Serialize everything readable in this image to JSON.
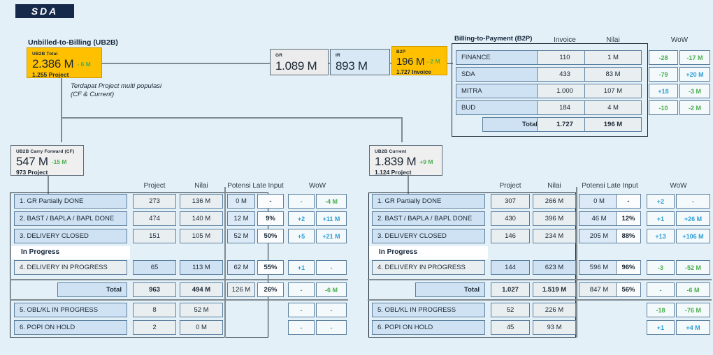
{
  "header": {
    "badge": "SDA"
  },
  "ub2b": {
    "section_title": "Unbilled-to-Billing (UB2B)",
    "total": {
      "label": "UB2B Total",
      "value": "2.386 M",
      "delta": "- 6 M",
      "delta_color": "#4caf50",
      "sub": "1.255 Project",
      "color": "#ffc000"
    },
    "note_line1": "Terdapat Project multi populasi",
    "note_line2": "(CF & Current)",
    "gr": {
      "label": "GR",
      "value": "1.089 M"
    },
    "ir": {
      "label": "IR",
      "value": "893 M"
    },
    "b2p_kpi": {
      "label": "B2P",
      "value": "196 M",
      "delta": "- 2 M",
      "sub": "1.727 Invoice"
    },
    "cf": {
      "label": "UB2B Carry Forward (CF)",
      "value": "547 M",
      "delta": "-15 M",
      "sub": "973 Project"
    },
    "current": {
      "label": "UB2B Current",
      "value": "1.839 M",
      "delta": "+9 M",
      "sub": "1.124 Project"
    }
  },
  "b2p": {
    "title": "Billing-to-Payment (B2P)",
    "columns": [
      "Invoice",
      "Nilai",
      "WoW"
    ],
    "rows": [
      {
        "name": "FINANCE",
        "invoice": "110",
        "nilai": "1 M",
        "wow_invoice": "-28",
        "wow_nilai": "-17 M",
        "wow_invoice_sign": "neg",
        "wow_nilai_sign": "neg"
      },
      {
        "name": "SDA",
        "invoice": "433",
        "nilai": "83 M",
        "wow_invoice": "-79",
        "wow_nilai": "+20 M",
        "wow_invoice_sign": "neg",
        "wow_nilai_sign": "pos"
      },
      {
        "name": "MITRA",
        "invoice": "1.000",
        "nilai": "107 M",
        "wow_invoice": "+18",
        "wow_nilai": "-3 M",
        "wow_invoice_sign": "pos",
        "wow_nilai_sign": "neg"
      },
      {
        "name": "BUD",
        "invoice": "184",
        "nilai": "4 M",
        "wow_invoice": "-10",
        "wow_nilai": "-2 M",
        "wow_invoice_sign": "neg",
        "wow_nilai_sign": "neg"
      }
    ],
    "total": {
      "label": "Total",
      "invoice": "1.727",
      "nilai": "196 M"
    }
  },
  "cf_table": {
    "columns": [
      "Project",
      "Nilai",
      "Potensi Late Input",
      "WoW"
    ],
    "inprogress_label": "In Progress",
    "rows": [
      {
        "name": "1.   GR Partially DONE",
        "project": "273",
        "nilai": "136 M",
        "late_val": "0 M",
        "late_pct": "-",
        "wow_a": "-",
        "wow_b": "-4 M",
        "wow_a_sign": "neg",
        "wow_b_sign": "neg"
      },
      {
        "name": "2. BAST / BAPLA / BAPL DONE",
        "project": "474",
        "nilai": "140 M",
        "late_val": "12 M",
        "late_pct": "9%",
        "wow_a": "+2",
        "wow_b": "+11 M",
        "wow_a_sign": "pos",
        "wow_b_sign": "pos"
      },
      {
        "name": "3. DELIVERY CLOSED",
        "project": "151",
        "nilai": "105 M",
        "late_val": "52 M",
        "late_pct": "50%",
        "wow_a": "+5",
        "wow_b": "+21 M",
        "wow_a_sign": "pos",
        "wow_b_sign": "pos"
      }
    ],
    "inprogress_rows": [
      {
        "name": "4. DELIVERY IN PROGRESS",
        "project": "65",
        "nilai": "113 M",
        "late_val": "62 M",
        "late_pct": "55%",
        "wow_a": "+1",
        "wow_b": "-",
        "wow_a_sign": "pos",
        "wow_b_sign": "neg"
      }
    ],
    "total": {
      "label": "Total",
      "project": "963",
      "nilai": "494 M",
      "late_val": "126 M",
      "late_pct": "26%",
      "wow_a": "-",
      "wow_b": "-6 M",
      "wow_a_sign": "neg",
      "wow_b_sign": "neg"
    },
    "footer_rows": [
      {
        "name": "5. OBL/KL IN PROGRESS",
        "project": "8",
        "nilai": "52 M",
        "late_val": "",
        "late_pct": "",
        "wow_a": "-",
        "wow_b": "-",
        "wow_a_sign": "neg",
        "wow_b_sign": "neg"
      },
      {
        "name": "6. POPI ON HOLD",
        "project": "2",
        "nilai": "0 M",
        "late_val": "",
        "late_pct": "",
        "wow_a": "-",
        "wow_b": "-",
        "wow_a_sign": "neg",
        "wow_b_sign": "neg"
      }
    ]
  },
  "current_table": {
    "columns": [
      "Project",
      "Nilai",
      "Potensi Late Input",
      "WoW"
    ],
    "inprogress_label": "In Progress",
    "rows": [
      {
        "name": "1.   GR Partially DONE",
        "project": "307",
        "nilai": "266 M",
        "late_val": "0 M",
        "late_pct": "-",
        "wow_a": "+2",
        "wow_b": "-",
        "wow_a_sign": "pos",
        "wow_b_sign": "neg"
      },
      {
        "name": "2. BAST / BAPLA / BAPL DONE",
        "project": "430",
        "nilai": "396 M",
        "late_val": "46 M",
        "late_pct": "12%",
        "wow_a": "+1",
        "wow_b": "+26 M",
        "wow_a_sign": "pos",
        "wow_b_sign": "pos"
      },
      {
        "name": "3. DELIVERY CLOSED",
        "project": "146",
        "nilai": "234 M",
        "late_val": "205 M",
        "late_pct": "88%",
        "wow_a": "+13",
        "wow_b": "+106 M",
        "wow_a_sign": "pos",
        "wow_b_sign": "pos"
      }
    ],
    "inprogress_rows": [
      {
        "name": "4. DELIVERY IN PROGRESS",
        "project": "144",
        "nilai": "623 M",
        "late_val": "596 M",
        "late_pct": "96%",
        "wow_a": "-3",
        "wow_b": "-52 M",
        "wow_a_sign": "neg",
        "wow_b_sign": "neg"
      }
    ],
    "total": {
      "label": "Total",
      "project": "1.027",
      "nilai": "1.519 M",
      "late_val": "847 M",
      "late_pct": "56%",
      "wow_a": "-",
      "wow_b": "-6 M",
      "wow_a_sign": "neg",
      "wow_b_sign": "neg"
    },
    "footer_rows": [
      {
        "name": "5. OBL/KL IN PROGRESS",
        "project": "52",
        "nilai": "226 M",
        "late_val": "",
        "late_pct": "",
        "wow_a": "-18",
        "wow_b": "-76 M",
        "wow_a_sign": "neg",
        "wow_b_sign": "neg"
      },
      {
        "name": "6. POPI ON HOLD",
        "project": "45",
        "nilai": "93 M",
        "late_val": "",
        "late_pct": "",
        "wow_a": "+1",
        "wow_b": "+4 M",
        "wow_a_sign": "pos",
        "wow_b_sign": "pos"
      }
    ]
  },
  "colors": {
    "positive": "#2f9fd6",
    "negative": "#4caf50",
    "accent": "#ffc000",
    "navy": "#15294b",
    "bg": "#e3f0f8"
  }
}
